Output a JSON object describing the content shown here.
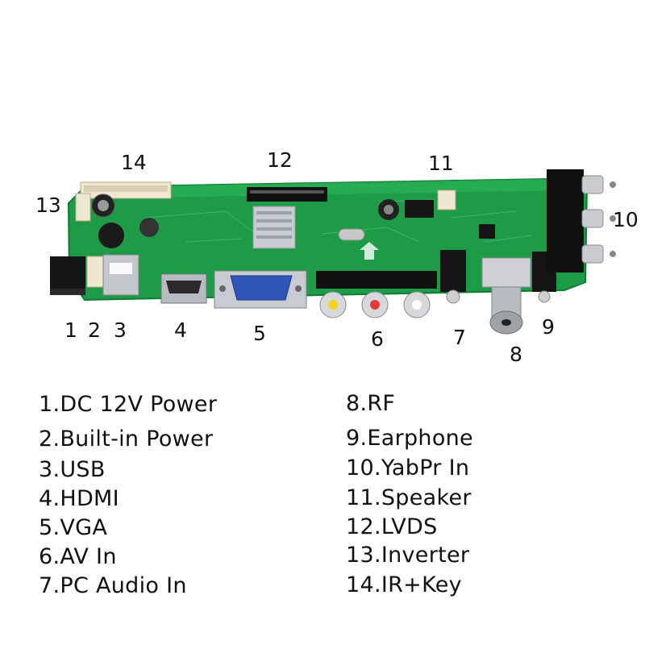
{
  "callouts": {
    "n1": "1",
    "n2": "2",
    "n3": "3",
    "n4": "4",
    "n5": "5",
    "n6": "6",
    "n7": "7",
    "n8": "8",
    "n9": "9",
    "n10": "10",
    "n11": "11",
    "n12": "12",
    "n13": "13",
    "n14": "14"
  },
  "legend": {
    "left": [
      "1.DC 12V Power",
      "2.Built-in Power",
      "3.USB",
      "4.HDMI",
      "5.VGA",
      "6.AV In",
      "7.PC Audio In"
    ],
    "right": [
      "8.RF",
      "9.Earphone",
      "10.YabPr In",
      "11.Speaker",
      "12.LVDS",
      "13.Inverter",
      "14.IR+Key"
    ]
  },
  "colors": {
    "pcb": "#1f9a45",
    "background": "#ffffff"
  }
}
